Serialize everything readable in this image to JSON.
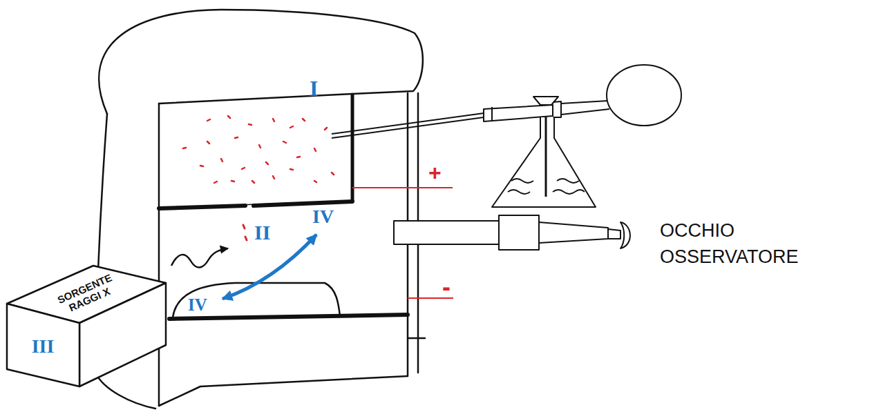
{
  "diagram": {
    "nodes": [
      {
        "text": [
          "SORGENTE RAGGI X",
          "III"
        ]
      }
    ],
    "labels": [
      "I",
      "+",
      "II",
      "IV",
      "-",
      "IV",
      "OCCHIO OSSERVATORE"
    ]
  }
}
